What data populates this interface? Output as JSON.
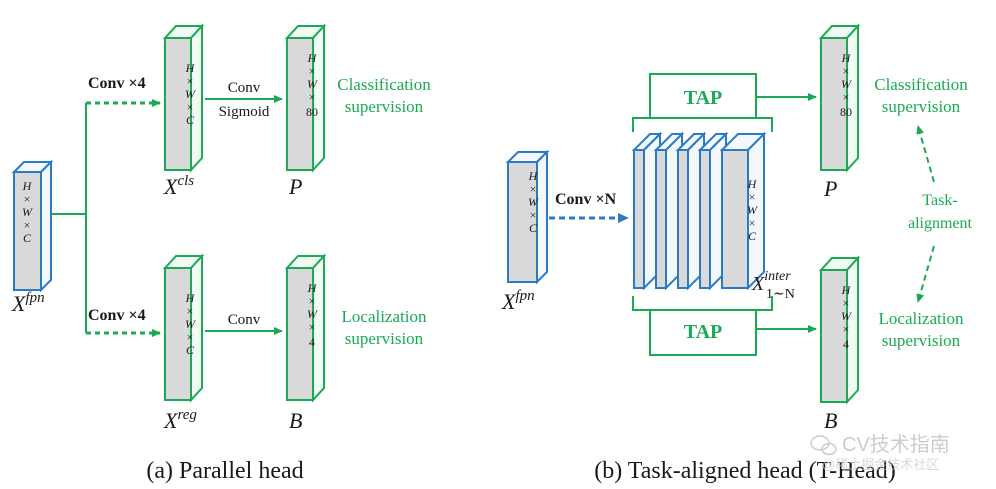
{
  "panel_a": {
    "caption": "(a)  Parallel head",
    "fpn": {
      "base": "X",
      "sup": "fpn",
      "dims": [
        "H",
        "×",
        "W",
        "×",
        "C"
      ]
    },
    "cls_feat": {
      "base": "X",
      "sup": "cls",
      "dims": [
        "H",
        "×",
        "W",
        "×",
        "C"
      ]
    },
    "reg_feat": {
      "base": "X",
      "sup": "reg",
      "dims": [
        "H",
        "×",
        "W",
        "×",
        "C"
      ]
    },
    "p_out": {
      "label": "P",
      "dims": [
        "H",
        "×",
        "W",
        "×",
        "80"
      ]
    },
    "b_out": {
      "label": "B",
      "dims": [
        "H",
        "×",
        "W",
        "×",
        "4"
      ]
    },
    "conv_top": "Conv ×4",
    "conv_bottom": "Conv ×4",
    "cls_arrow_top": "Conv",
    "cls_arrow_bottom": "Sigmoid",
    "reg_arrow": "Conv",
    "cls_sup": [
      "Classification",
      "supervision"
    ],
    "loc_sup": [
      "Localization",
      "supervision"
    ]
  },
  "panel_b": {
    "caption": "(b)  Task-aligned head (T-Head)",
    "fpn": {
      "base": "X",
      "sup": "fpn",
      "dims": [
        "H",
        "×",
        "W",
        "×",
        "C"
      ]
    },
    "conv_n": "Conv ×N",
    "tap_top": "TAP",
    "tap_bottom": "TAP",
    "inter": {
      "base": "X",
      "sup": "inter",
      "sub": "1∼N",
      "dims": [
        "H",
        "×",
        "W",
        "×",
        "C"
      ]
    },
    "p_out": {
      "label": "P",
      "dims": [
        "H",
        "×",
        "W",
        "×",
        "80"
      ]
    },
    "b_out": {
      "label": "B",
      "dims": [
        "H",
        "×",
        "W",
        "×",
        "4"
      ]
    },
    "cls_sup": [
      "Classification",
      "supervision"
    ],
    "loc_sup": [
      "Localization",
      "supervision"
    ],
    "task_align": [
      "Task-",
      "alignment"
    ]
  },
  "watermark": {
    "line1": "CV技术指南",
    "line2": "@稀土掘金技术社区"
  },
  "colors": {
    "green": "#1aaa55",
    "blue": "#2b7bc4",
    "fill": "#d9d9d9",
    "text": "#1a1a1a"
  }
}
